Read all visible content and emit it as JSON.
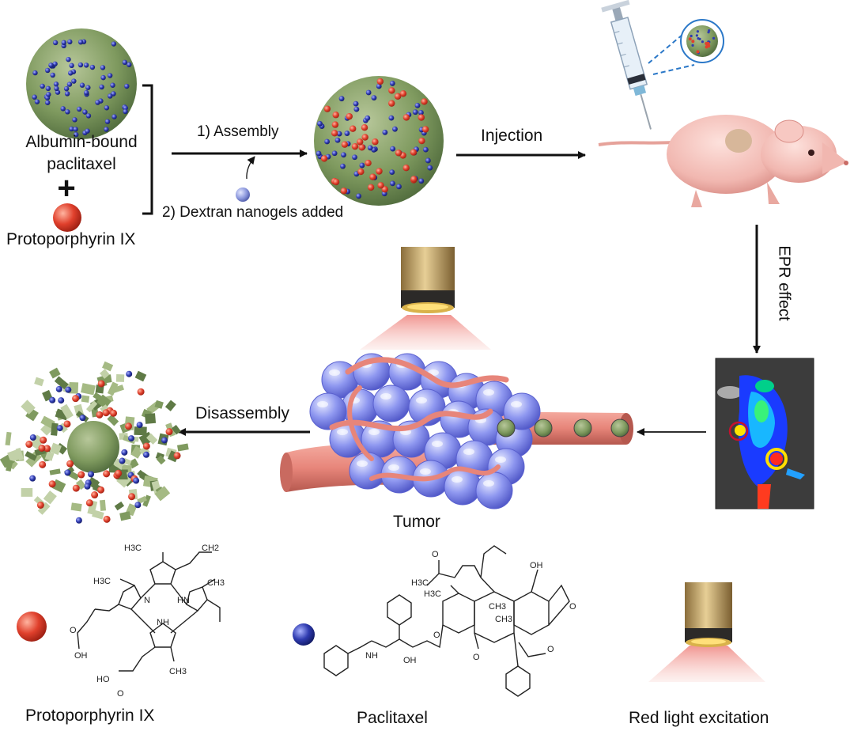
{
  "labels": {
    "albumin_line1": "Albumin-bound",
    "albumin_line2": "paclitaxel",
    "plus": "+",
    "protoporphyrin_top": "Protoporphyrin IX",
    "assembly": "1) Assembly",
    "dextran": "2) Dextran nanogels added",
    "injection": "Injection",
    "epr": "EPR effect",
    "disassembly": "Disassembly",
    "tumor": "Tumor",
    "protoporphyrin_bottom": "Protoporphyrin IX",
    "paclitaxel": "Paclitaxel",
    "red_light": "Red light excitation"
  },
  "chem_labels": {
    "ppix_ch3_top": "H3C",
    "ppix_ch2": "CH2",
    "ppix_ch3_left": "H3C",
    "ppix_ch3_right": "CH3",
    "ppix_n": "N",
    "ppix_hn": "HN",
    "ppix_nh": "NH",
    "ppix_ch3_bottom": "CH3",
    "ppix_oh1": "OH",
    "ppix_o1": "O",
    "ppix_oh2": "HO",
    "ppix_o2": "O",
    "ptx_o_ac": "O",
    "ptx_oh_top": "OH",
    "ptx_ch3_a": "H3C",
    "ptx_ch3_b": "CH3",
    "ptx_ch3_c": "CH3",
    "ptx_ch3_d": "H3C",
    "ptx_nh": "NH",
    "ptx_oh": "OH",
    "ptx_o_e": "O",
    "ptx_o_f": "O",
    "ptx_o_g": "O",
    "ptx_o_h": "O"
  },
  "colors": {
    "albumin_green": "#7f9a5f",
    "ppix_red": "#e0402c",
    "dextran_blue": "#2f3bb0",
    "tumor_purple": "#7d86e8",
    "vessel_pink": "#e7857a",
    "light_red": "#f08f8a",
    "lamp_gold": "#c8a76c"
  }
}
